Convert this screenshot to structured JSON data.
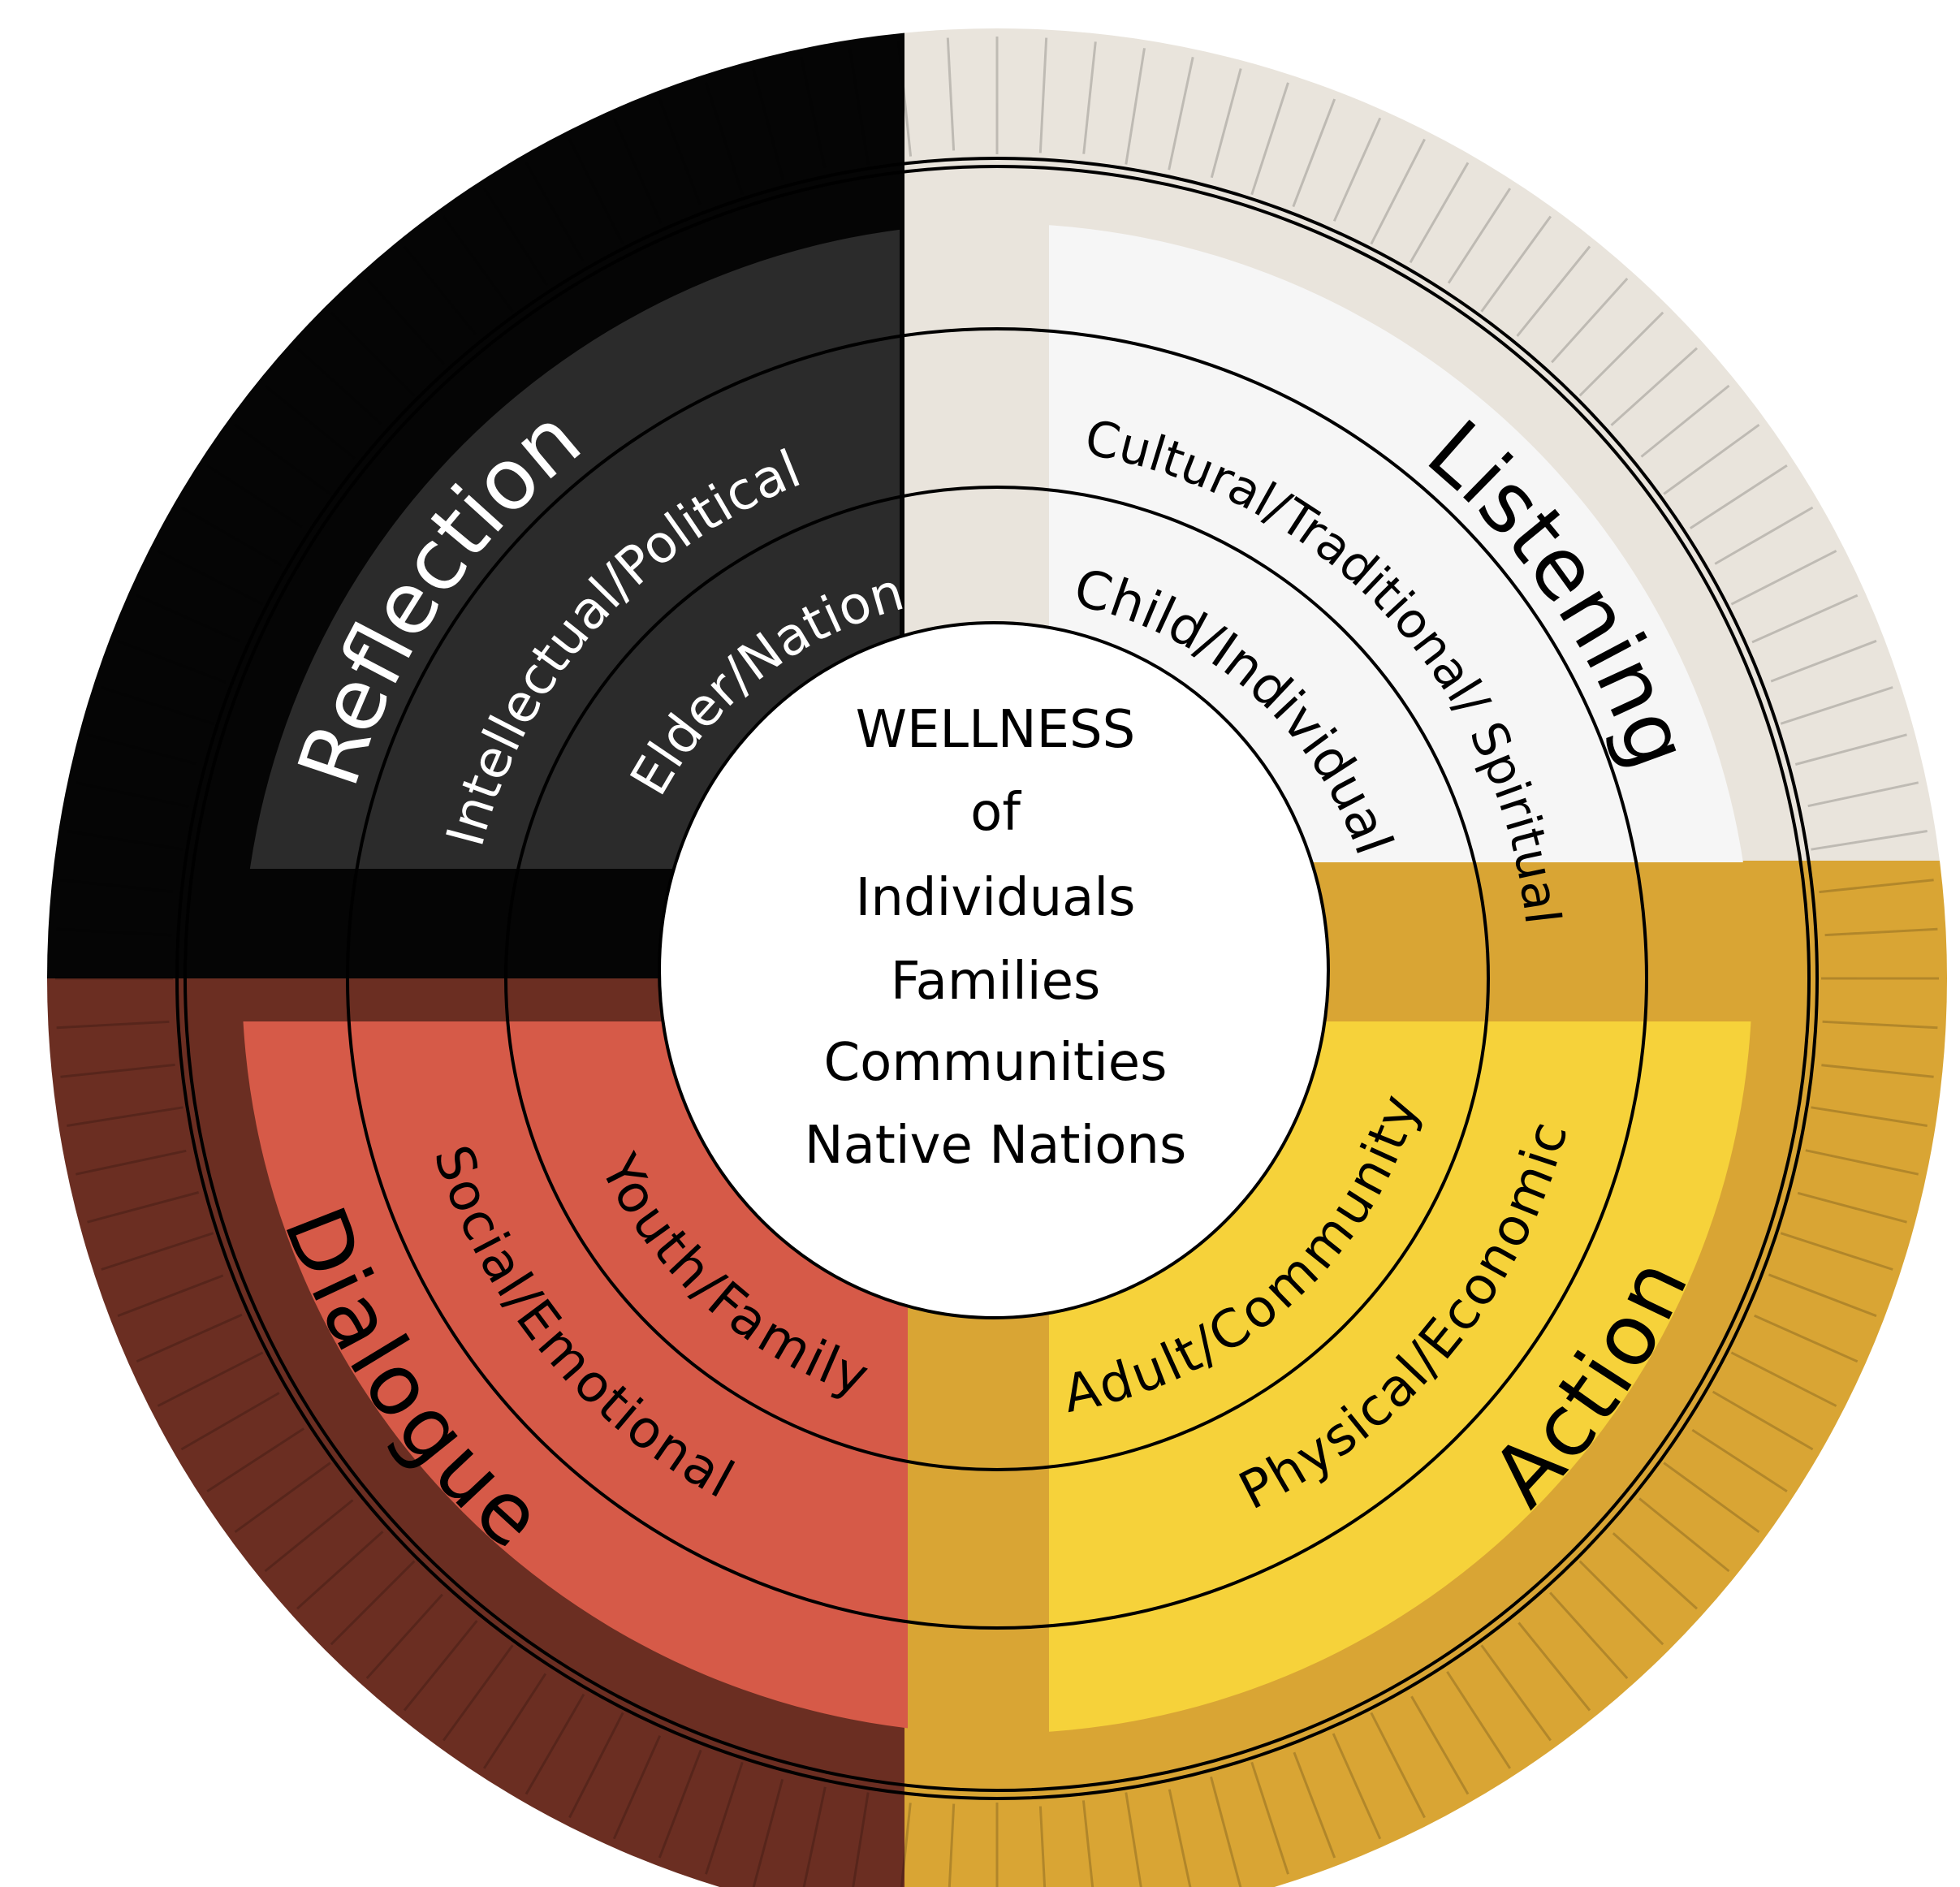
{
  "directions": {
    "north_west": "Reflection",
    "north_east": "Listening",
    "south_east": "Dialogue",
    "south_west": "Action"
  },
  "middle_ring": {
    "north_west": "Intellectual/Political",
    "north_east": "Cultural/Traditional/ Spiritual",
    "south_east": "Social/Emotional",
    "south_west": "Physical/Economic"
  },
  "inner_ring": {
    "north_west": "Elder/Nation",
    "north_east": "Child/Individual",
    "south_east": "Youth/Family",
    "south_west": "Adult/Community"
  },
  "center": {
    "lines": [
      "WELLNESS",
      "of",
      "Individuals",
      "Families",
      "Communities",
      "Native Nations"
    ]
  },
  "colors": {
    "reflection": "#2b2b2b",
    "reflection_band": "#050505",
    "listening": "#f6f6f6",
    "listening_band": "#e9e4dc",
    "dialogue": "#f6d23a",
    "dialogue_band": "#d9a534",
    "action": "#d65a48",
    "action_band": "#6b2e22",
    "ring_line": "#000000",
    "center_fill": "#ffffff"
  }
}
